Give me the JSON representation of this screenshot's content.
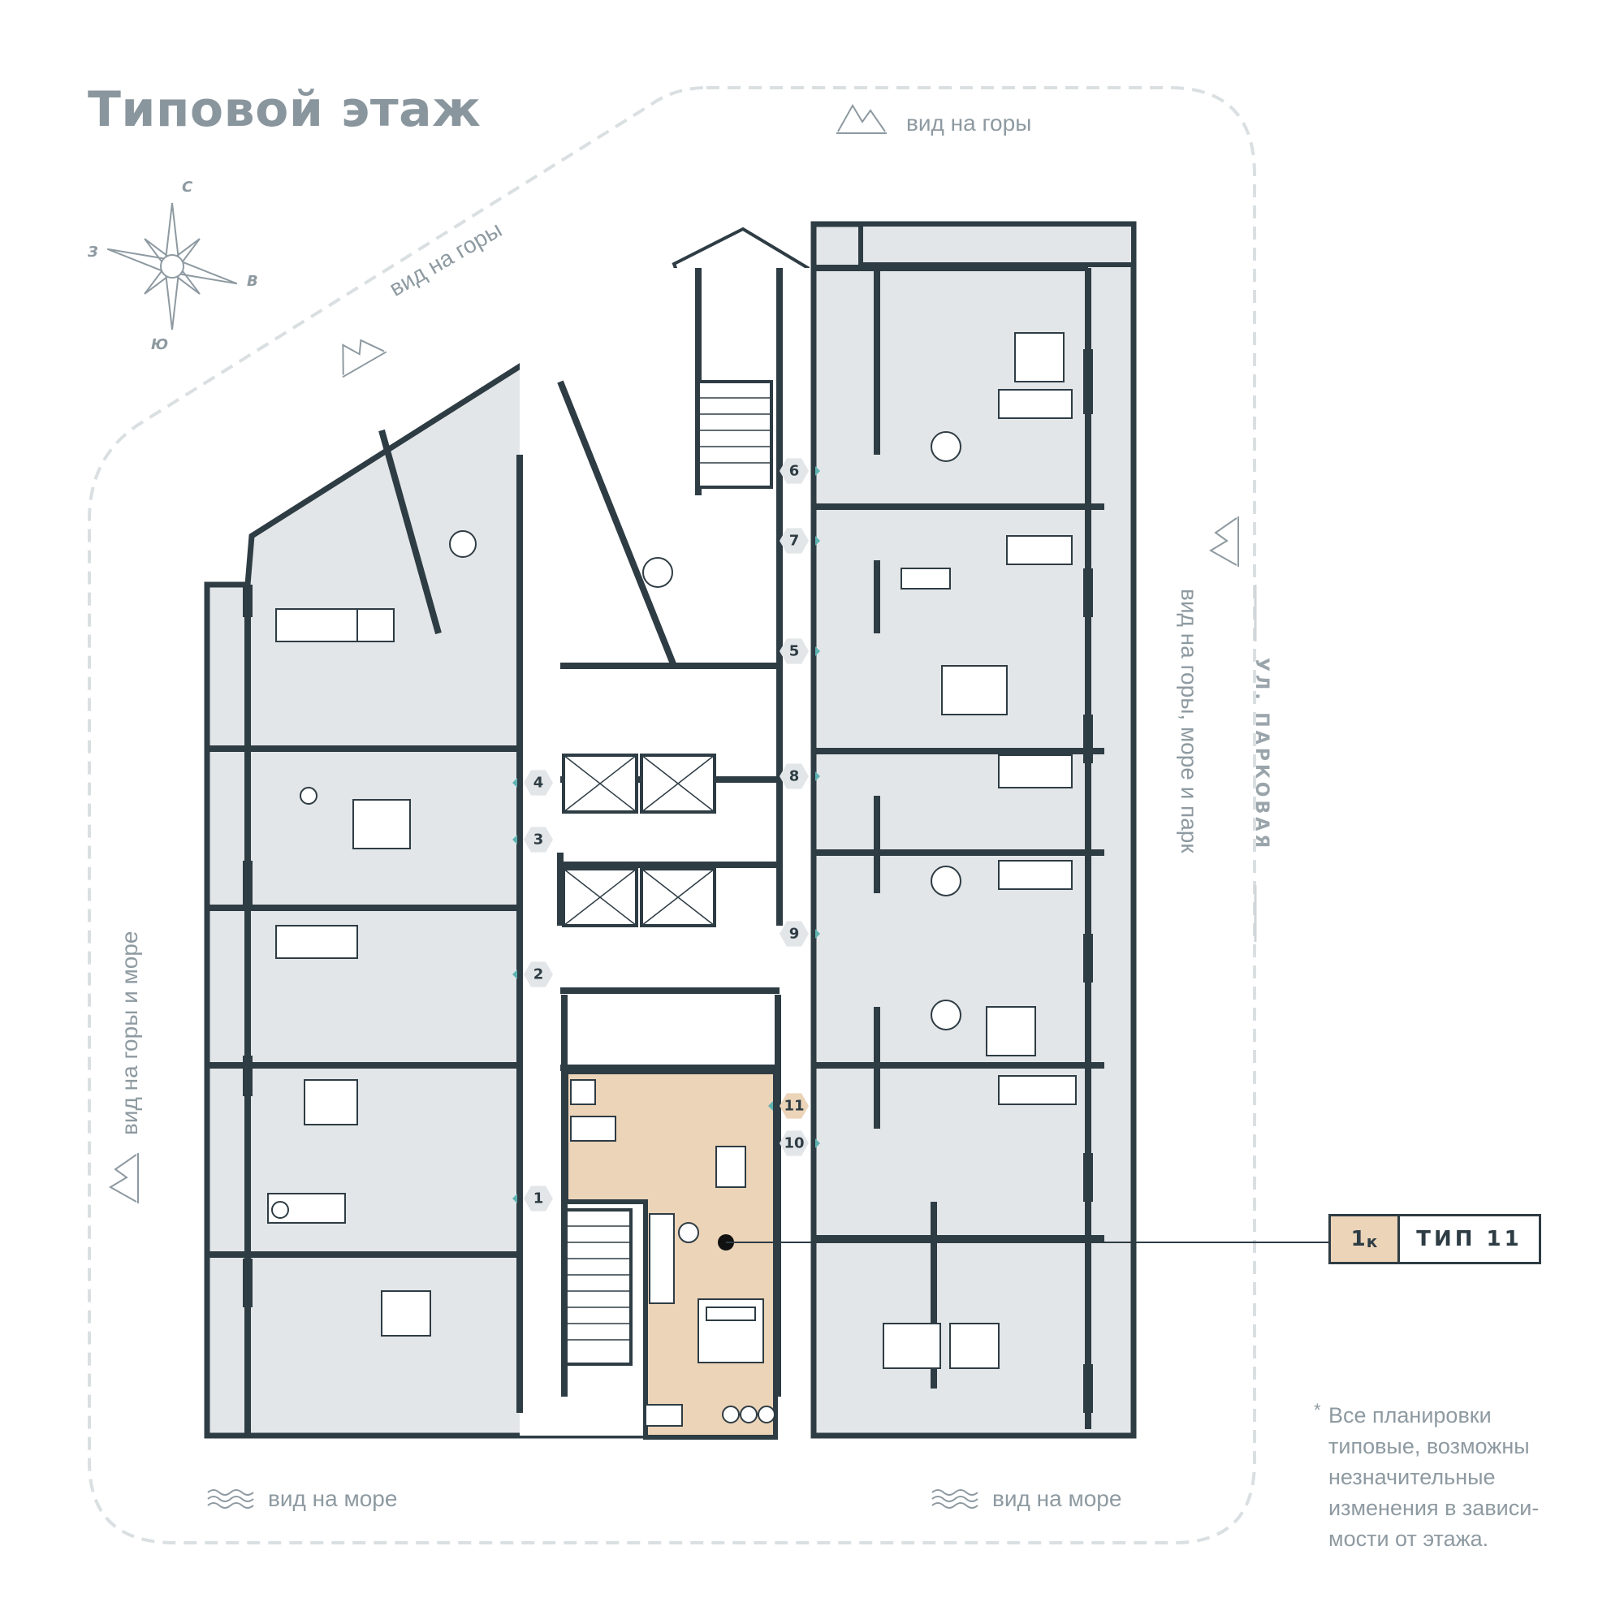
{
  "title": "Типовой этаж",
  "compass": {
    "north": "С",
    "south": "Ю",
    "west": "З",
    "east": "В"
  },
  "views": {
    "top_right": "вид на горы",
    "top_left": "вид на горы",
    "right": "вид на горы, море и парк",
    "left": "вид на горы и море",
    "bottom_left": "вид на море",
    "bottom_right": "вид на море"
  },
  "street": "УЛ. ПАРКОВАЯ",
  "units": [
    "1",
    "2",
    "3",
    "4",
    "5",
    "6",
    "7",
    "8",
    "9",
    "10",
    "11"
  ],
  "highlighted_unit": "11",
  "legend": {
    "rooms": "1",
    "rooms_suffix": "к",
    "type": "ТИП 11"
  },
  "note": {
    "star": "*",
    "text": "Все планировки типовые, возможны незначительные изменения в зависи-мости от этажа."
  },
  "colors": {
    "wall": "#2e3c44",
    "floor": "#e3e6e8",
    "highlight": "#ecd4b8",
    "accent": "#5fb3b3",
    "label": "#8e9aa1"
  }
}
